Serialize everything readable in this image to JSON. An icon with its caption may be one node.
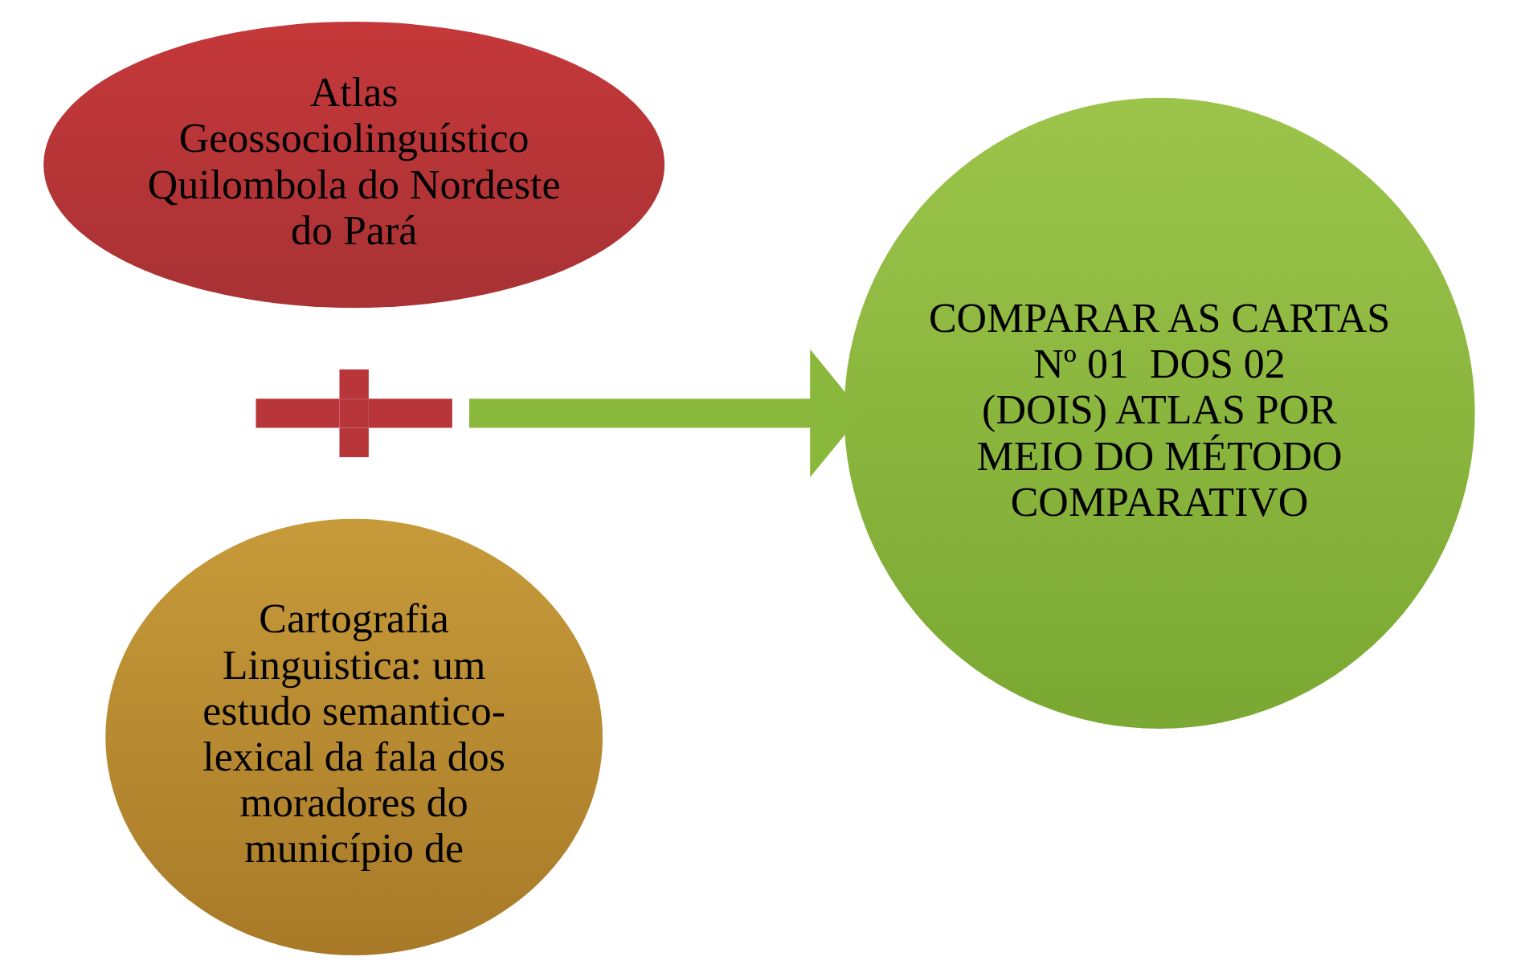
{
  "diagram": {
    "nodes": [
      {
        "text": [
          "Atlas Geossociolinguístico Quilombola do Nordeste do Pará"
        ]
      },
      {
        "text": [],
        "shape": "plus"
      },
      {
        "text": [
          "Cartografia Linguistica: um estudo semantico-lexical da fala dos moradores do município de"
        ]
      },
      {
        "text": [
          "COMPARAR AS CARTAS Nº 01  DOS 02 (DOIS) ATLAS POR MEIO DO MÉTODO COMPARATIVO"
        ]
      }
    ],
    "edges": [
      {
        "from": 1,
        "to": 3,
        "arrow": "to"
      }
    ]
  }
}
